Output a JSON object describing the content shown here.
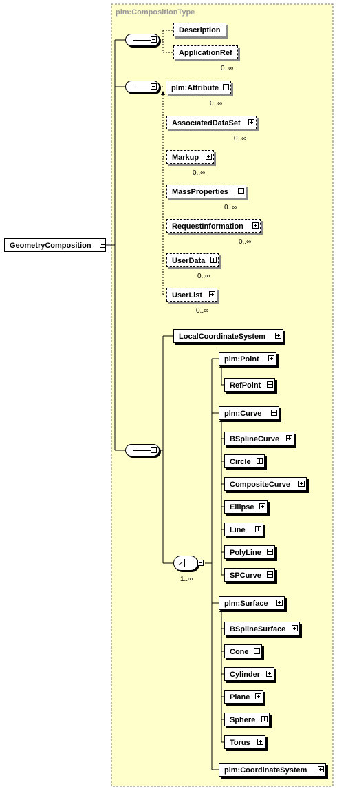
{
  "diagram": {
    "type_name": "plm:CompositionType",
    "root": "GeometryComposition",
    "seq1": {
      "description": "Description",
      "application_ref": "ApplicationRef",
      "application_ref_card": "0..∞"
    },
    "seq2": {
      "attribute": "plm:Attribute",
      "attribute_card": "0..∞",
      "items": [
        {
          "label": "AssociatedDataSet",
          "card": "0..∞"
        },
        {
          "label": "Markup",
          "card": "0..∞"
        },
        {
          "label": "MassProperties",
          "card": "0..∞"
        },
        {
          "label": "RequestInformation",
          "card": "0..∞"
        },
        {
          "label": "UserData",
          "card": "0..∞"
        },
        {
          "label": "UserList",
          "card": "0..∞"
        }
      ]
    },
    "seq3": {
      "local_coordinate_system": "LocalCoordinateSystem",
      "choice_card": "1..∞",
      "point_group": {
        "head": "plm:Point",
        "items": [
          "RefPoint"
        ]
      },
      "curve_group": {
        "head": "plm:Curve",
        "items": [
          "BSplineCurve",
          "Circle",
          "CompositeCurve",
          "Ellipse",
          "Line",
          "PolyLine",
          "SPCurve"
        ]
      },
      "surface_group": {
        "head": "plm:Surface",
        "items": [
          "BSplineSurface",
          "Cone",
          "Cylinder",
          "Plane",
          "Sphere",
          "Torus"
        ]
      },
      "coordinate_system": "plm:CoordinateSystem"
    }
  }
}
